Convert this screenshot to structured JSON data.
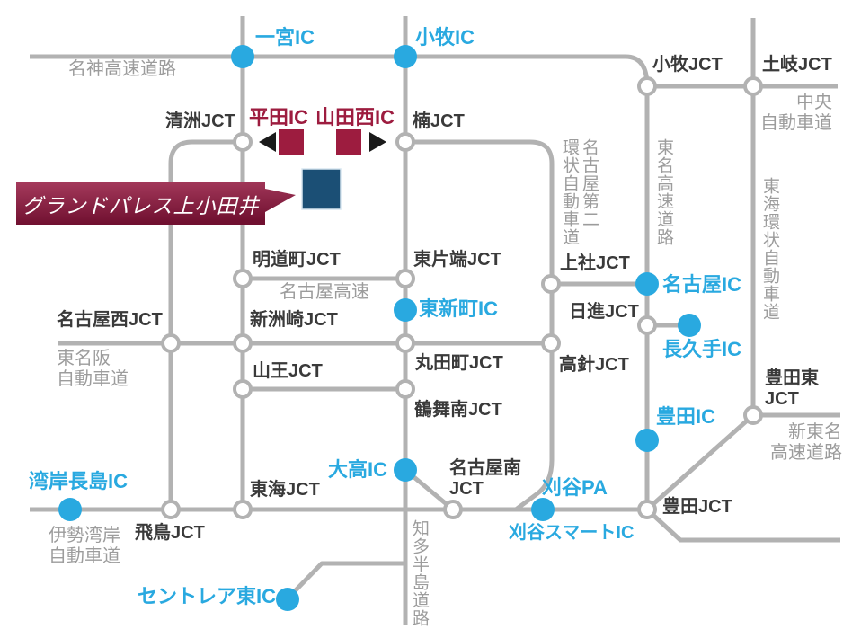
{
  "property": {
    "name": "グランドパレス上小田井",
    "banner_color_top": "#a53a5c",
    "banner_color_bottom": "#701030",
    "marker_color": "#1b4f75"
  },
  "colors": {
    "ic_blue": "#29a9e0",
    "road_gray": "#b2b2b2",
    "jct_text": "#3a3a3a",
    "road_text_gray": "#9c9c9c",
    "closed_ic_crimson": "#9d1c3f",
    "arrow_black": "#1a1a1a"
  },
  "labels": {
    "meishin": "名神高速道路",
    "ichinomiya_ic": "一宮IC",
    "komaki_ic": "小牧IC",
    "komaki_jct": "小牧JCT",
    "toki_jct": "土岐JCT",
    "chuo": "中央\n自動車道",
    "kiyosu_jct": "清洲JCT",
    "hirata_ic": "平田IC",
    "yamadanishi_ic": "山田西IC",
    "kusu_jct": "楠JCT",
    "meinikan": "名古屋第二\n環状自動車道",
    "tomei": "東名高速道路",
    "tokaikanjo": "東海環状自動車道",
    "meidocho_jct": "明道町JCT",
    "higashikataha_jct": "東片端JCT",
    "kamiyashiro_jct": "上社JCT",
    "nagoya_kosoku": "名古屋高速",
    "nagoya_ic": "名古屋IC",
    "higashishincho_ic": "東新町IC",
    "nisshin_jct": "日進JCT",
    "nagakute_ic": "長久手IC",
    "nagoyanishi_jct": "名古屋西JCT",
    "shinsuzaki_jct": "新洲崎JCT",
    "tomeihan": "東名阪\n自動車道",
    "sanno_jct": "山王JCT",
    "marutacho_jct": "丸田町JCT",
    "takabari_jct": "高針JCT",
    "tsurumaiminami_jct": "鶴舞南JCT",
    "toyotahigashi_jct": "豊田東\nJCT",
    "toyota_ic": "豊田IC",
    "shintomei": "新東名\n高速道路",
    "odaka_ic": "大高IC",
    "nagoyaminami_jct": "名古屋南\nJCT",
    "kariya_pa": "刈谷PA",
    "kariya_smart_ic": "刈谷スマートIC",
    "toyota_jct": "豊田JCT",
    "wangan_nagashima_ic": "湾岸長島IC",
    "isewangan": "伊勢湾岸\n自動車道",
    "asuka_jct": "飛鳥JCT",
    "tokai_jct": "東海JCT",
    "centrair_higashi_ic": "セントレア東IC",
    "chita": "知多半島道路"
  }
}
